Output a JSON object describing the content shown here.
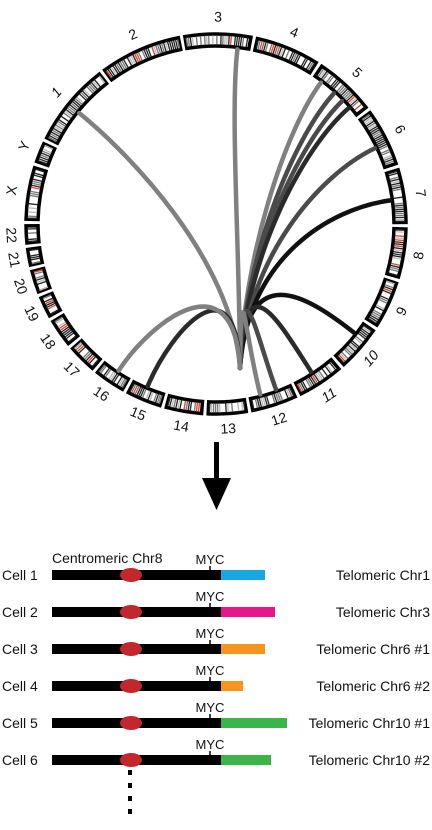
{
  "circos": {
    "chromosomes": [
      {
        "label": "1",
        "italic": true
      },
      {
        "label": "2"
      },
      {
        "label": "3"
      },
      {
        "label": "4"
      },
      {
        "label": "5"
      },
      {
        "label": "6"
      },
      {
        "label": "7"
      },
      {
        "label": "8"
      },
      {
        "label": "9"
      },
      {
        "label": "10",
        "italic": true
      },
      {
        "label": "11",
        "italic": true
      },
      {
        "label": "12"
      },
      {
        "label": "13"
      },
      {
        "label": "14"
      },
      {
        "label": "15"
      },
      {
        "label": "16"
      },
      {
        "label": "17"
      },
      {
        "label": "18"
      },
      {
        "label": "19"
      },
      {
        "label": "20"
      },
      {
        "label": "21"
      },
      {
        "label": "22"
      },
      {
        "label": "X"
      },
      {
        "label": "Y"
      }
    ],
    "link_colors": [
      "#808080",
      "#4a4a4a",
      "#2a2a2a",
      "#111111"
    ]
  },
  "fusion_header": "Centromeric Chr8",
  "gene_label": "MYC",
  "cells": [
    {
      "name": "Cell 1",
      "partner": "Telomeric Chr1",
      "color": "#1aa6df",
      "length": 0.22
    },
    {
      "name": "Cell 2",
      "partner": "Telomeric Chr3",
      "color": "#e8168b",
      "length": 0.27
    },
    {
      "name": "Cell 3",
      "partner": "Telomeric Chr6 #1",
      "color": "#f7941d",
      "length": 0.22
    },
    {
      "name": "Cell 4",
      "partner": "Telomeric Chr6 #2",
      "color": "#f7941d",
      "length": 0.11
    },
    {
      "name": "Cell 5",
      "partner": "Telomeric Chr10 #1",
      "color": "#39b54a",
      "length": 0.33
    },
    {
      "name": "Cell 6",
      "partner": "Telomeric Chr10 #2",
      "color": "#39b54a",
      "length": 0.25
    }
  ],
  "colors": {
    "centromere": "#c1272d",
    "chromosome_bar": "#000000"
  }
}
